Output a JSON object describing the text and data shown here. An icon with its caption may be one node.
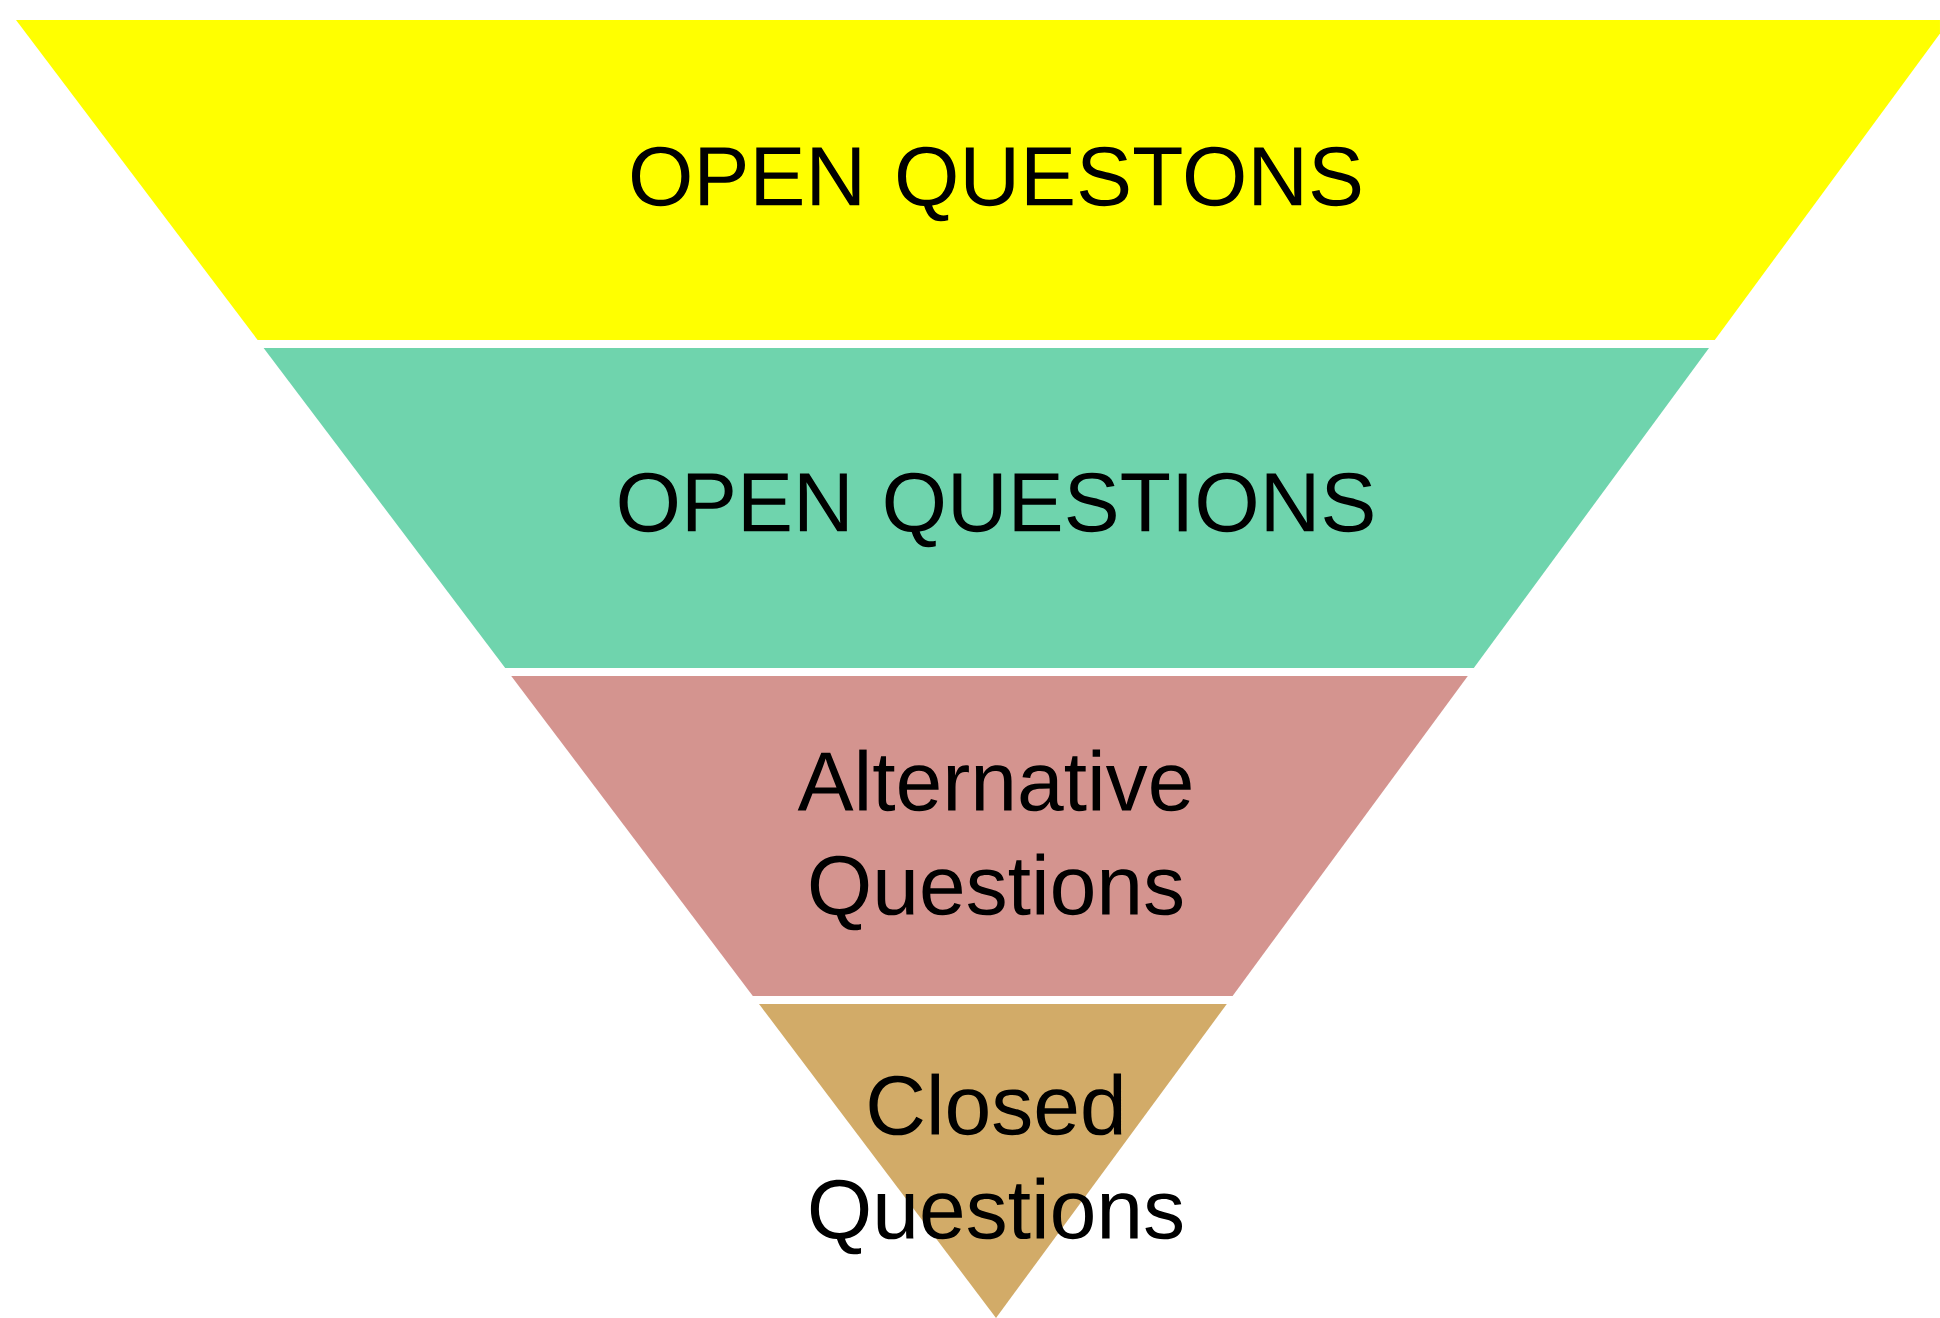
{
  "diagram": {
    "nodes": [
      {
        "text": [
          "OPEN QUESTONS"
        ]
      },
      {
        "text": [
          "OPEN QUESTIONS"
        ]
      },
      {
        "text": [
          "Alternative Questions"
        ]
      },
      {
        "text": [
          "Closed Questions"
        ]
      }
    ]
  }
}
